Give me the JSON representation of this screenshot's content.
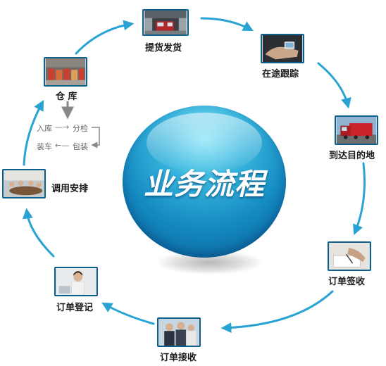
{
  "center": {
    "title": "业务流程"
  },
  "steps": [
    {
      "id": "pickup",
      "label": "提货发货",
      "icon": "truck-warehouse-photo"
    },
    {
      "id": "tracking",
      "label": "在途跟踪",
      "icon": "hand-phone-photo"
    },
    {
      "id": "arrival",
      "label": "到达目的地",
      "icon": "truck-photo"
    },
    {
      "id": "receipt",
      "label": "订单签收",
      "icon": "signing-document-photo"
    },
    {
      "id": "receive",
      "label": "订单接收",
      "icon": "business-meeting-photo"
    },
    {
      "id": "register",
      "label": "订单登记",
      "icon": "receptionist-photo"
    },
    {
      "id": "dispatch",
      "label": "调用安排",
      "icon": "meeting-room-photo"
    },
    {
      "id": "warehouse",
      "label": "仓 库",
      "icon": "warehouse-boxes-photo"
    }
  ],
  "warehouse_flow": {
    "inbound": "入库",
    "sorting": "分检",
    "packing": "包装",
    "loading": "装车"
  },
  "colors": {
    "arrow": "#29a3d3",
    "ball": "#1489c1",
    "photo_border": "#0d5f8c"
  }
}
